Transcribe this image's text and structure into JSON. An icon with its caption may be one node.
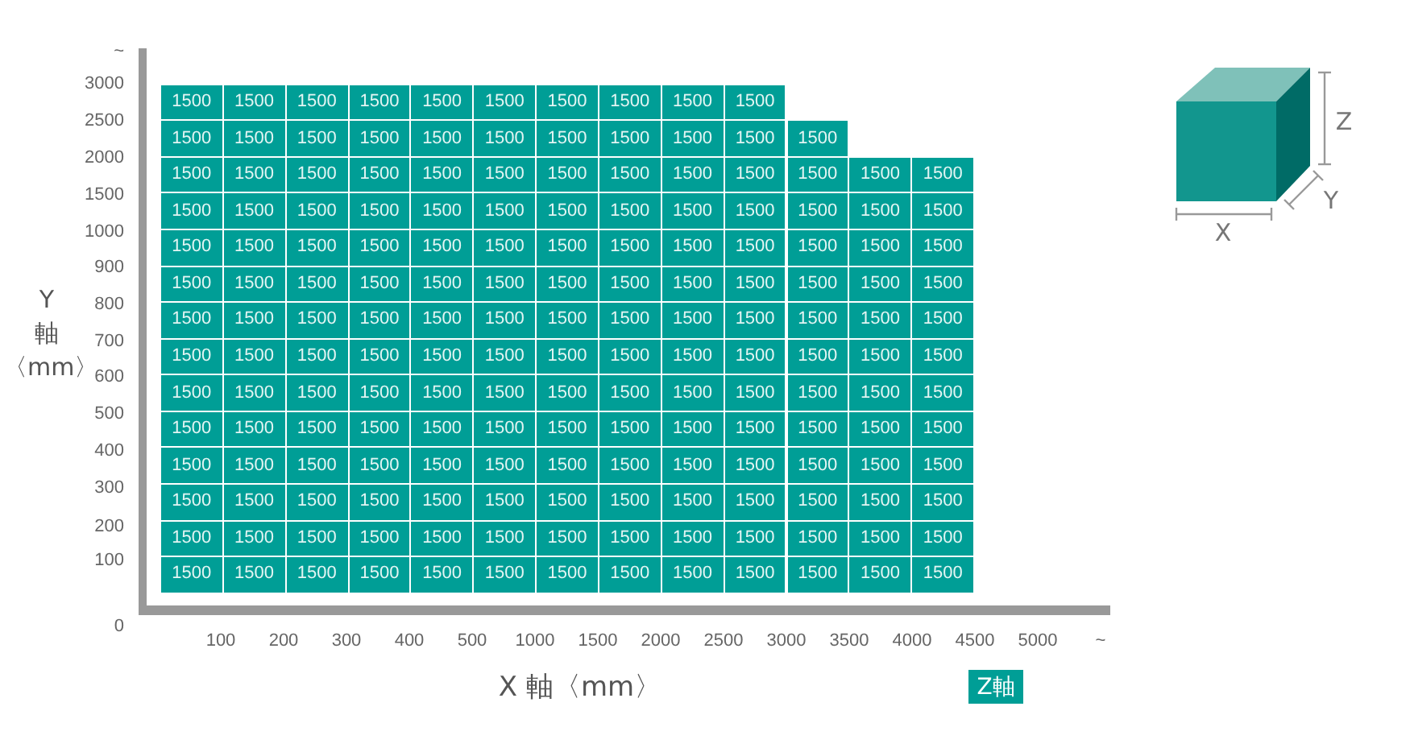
{
  "diagram": {
    "labels": [
      "Y 軸〈mm〉",
      "~",
      "3000",
      "2500",
      "2000",
      "1500",
      "1000",
      "900",
      "800",
      "700",
      "600",
      "500",
      "400",
      "300",
      "200",
      "100",
      "0",
      "1500",
      "1500",
      "1500",
      "1500",
      "1500",
      "1500",
      "1500",
      "1500",
      "1500",
      "1500",
      "1500",
      "1500",
      "1500",
      "1500",
      "1500",
      "1500",
      "1500",
      "1500",
      "1500",
      "1500",
      "1500",
      "1500",
      "1500",
      "1500",
      "1500",
      "1500",
      "1500",
      "1500",
      "1500",
      "1500",
      "1500",
      "1500",
      "1500",
      "1500",
      "1500",
      "1500",
      "1500",
      "1500",
      "1500",
      "1500",
      "1500",
      "1500",
      "1500",
      "1500",
      "1500",
      "1500",
      "1500",
      "1500",
      "1500",
      "1500",
      "1500",
      "1500",
      "1500",
      "1500",
      "1500",
      "1500",
      "1500",
      "1500",
      "1500",
      "1500",
      "1500",
      "1500",
      "1500",
      "1500",
      "1500",
      "1500",
      "1500",
      "1500",
      "1500",
      "1500",
      "1500",
      "1500",
      "1500",
      "1500",
      "1500",
      "1500",
      "1500",
      "1500",
      "1500",
      "1500",
      "1500",
      "1500",
      "1500",
      "1500",
      "1500",
      "1500",
      "1500",
      "1500",
      "1500",
      "1500",
      "1500",
      "1500",
      "1500",
      "1500",
      "1500",
      "1500",
      "1500",
      "1500",
      "1500",
      "1500",
      "1500",
      "1500",
      "1500",
      "1500",
      "1500",
      "1500",
      "1500",
      "1500",
      "1500",
      "1500",
      "1500",
      "1500",
      "1500",
      "1500",
      "1500",
      "1500",
      "1500",
      "1500",
      "1500",
      "1500",
      "1500",
      "1500",
      "1500",
      "1500",
      "1500",
      "1500",
      "1500",
      "1500",
      "1500",
      "1500",
      "1500",
      "1500",
      "1500",
      "1500",
      "1500",
      "1500",
      "1500",
      "1500",
      "1500",
      "1500",
      "1500",
      "1500",
      "1500",
      "1500",
      "1500",
      "1500",
      "1500",
      "1500",
      "1500",
      "1500",
      "1500",
      "1500",
      "1500",
      "1500",
      "1500",
      "1500",
      "1500",
      "1500",
      "1500",
      "1500",
      "1500",
      "1500",
      "1500",
      "1500",
      "1500",
      "1500",
      "1500",
      "1500",
      "1500",
      "1500",
      "1500",
      "1500",
      "1500",
      "1500",
      "1500",
      "1500",
      "1500",
      "100",
      "200",
      "300",
      "400",
      "500",
      "1000",
      "1500",
      "2000",
      "2500",
      "3000",
      "3500",
      "4000",
      "4500",
      "5000",
      "~",
      "X 軸〈mm〉",
      "Z",
      "Y",
      "X"
    ],
    "legend": [
      {
        "text": "Z軸",
        "color": "#009e96"
      }
    ]
  }
}
